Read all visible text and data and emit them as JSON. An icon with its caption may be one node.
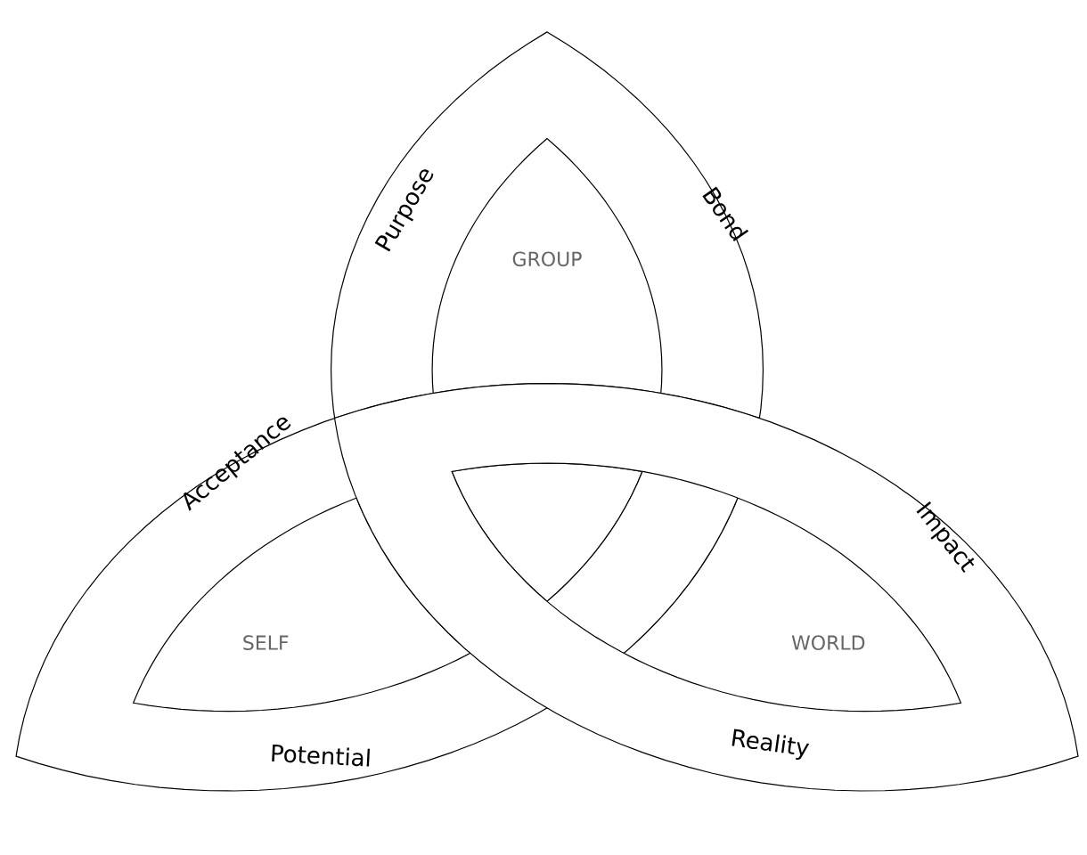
{
  "diagram": {
    "nodes": [
      {
        "text": [
          "Purpose",
          "Bond"
        ]
      },
      {
        "text": [
          "GROUP"
        ],
        "in": 0
      },
      {
        "text": [
          "Acceptance",
          "Potential"
        ]
      },
      {
        "text": [
          "Impact",
          "Reality"
        ]
      },
      {
        "text": [
          "SELF"
        ],
        "in": 2
      },
      {
        "text": [
          "WORLD"
        ],
        "in": 3
      }
    ]
  }
}
